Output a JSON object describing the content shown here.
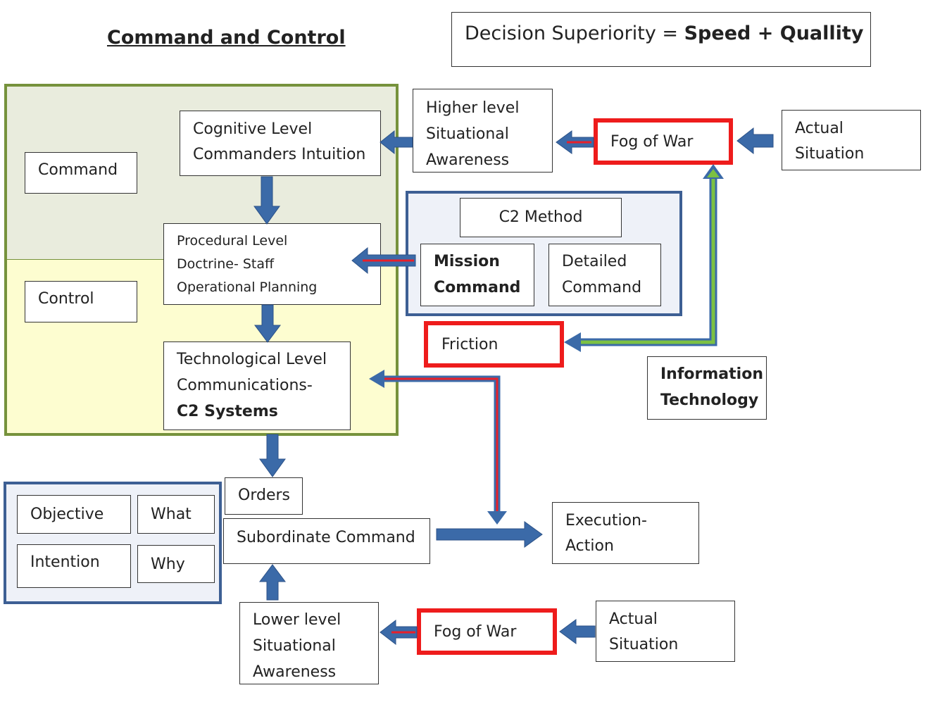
{
  "title": "Command and Control",
  "formula": {
    "prefix": "Decision Superiority = ",
    "emphasis": "Speed + Quallity"
  },
  "regions": {
    "command": "Command",
    "control": "Control"
  },
  "levels": {
    "cognitive": [
      "Cognitive Level",
      "Commanders Intuition"
    ],
    "procedural": [
      "Procedural Level",
      "Doctrine- Staff",
      "Operational Planning"
    ],
    "technological": [
      "Technological Level",
      "Communications-",
      "C2 Systems"
    ]
  },
  "higher_sa": [
    "Higher level",
    "Situational",
    "Awareness"
  ],
  "fog_of_war_top": "Fog of War",
  "actual_situation_top": [
    "Actual",
    "Situation"
  ],
  "c2_method": {
    "title": "C2 Method",
    "mission": [
      "Mission",
      "Command"
    ],
    "detailed": [
      "Detailed",
      "Command"
    ]
  },
  "friction": "Friction",
  "information_technology": [
    "Information",
    "Technology"
  ],
  "orders": "Orders",
  "intent_grid": {
    "objective": "Objective",
    "what": "What",
    "intention": "Intention",
    "why": "Why"
  },
  "subordinate_command": "Subordinate Command",
  "execution_action": [
    "Execution-",
    "Action"
  ],
  "lower_sa": [
    "Lower level",
    "Situational",
    "Awareness"
  ],
  "fog_of_war_bottom": "Fog of War",
  "actual_situation_bottom": [
    "Actual",
    "Situation"
  ],
  "colors": {
    "arrow_blue": "#3b6aa8",
    "arrow_red": "#e8202a",
    "arrow_green": "#7cc142",
    "fog_border": "#ee1c1c",
    "command_bg": "#e9ecdd",
    "control_bg": "#fdfdd0",
    "frame_green": "#76923c",
    "blue_frame": "#3d5f94",
    "blue_frame_bg": "#eef1f8"
  }
}
